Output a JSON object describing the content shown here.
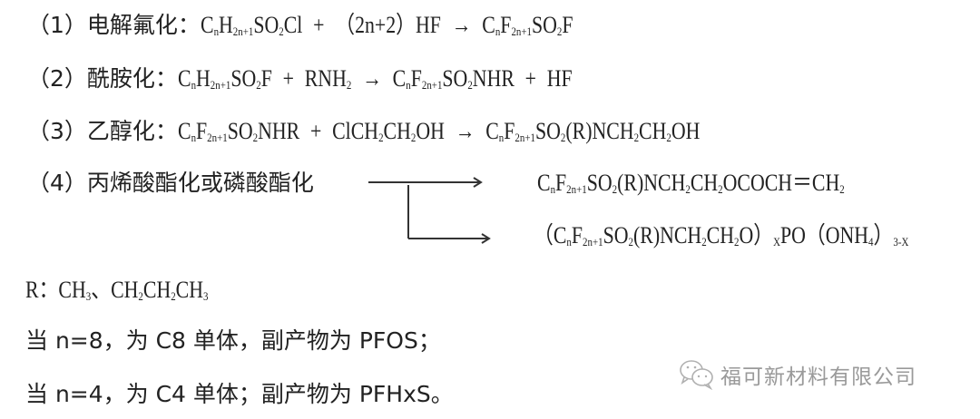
{
  "reactions": [
    {
      "number": "（1）",
      "name": "电解氟化：",
      "equation": {
        "reactant1": {
          "a": "C",
          "a_sub": "n",
          "b": "H",
          "b_sub": "2n+1",
          "c": "SO",
          "c_sub": "2",
          "d": "Cl"
        },
        "plus": "+",
        "reactant2": "（2n+2）HF",
        "arrow": "→",
        "product": {
          "a": "C",
          "a_sub": "n",
          "b": "F",
          "b_sub": "2n+1",
          "c": "SO",
          "c_sub": "2",
          "d": "F"
        }
      }
    },
    {
      "number": "（2）",
      "name": "酰胺化：",
      "equation": {
        "reactant1": {
          "a": "C",
          "a_sub": "n",
          "b": "H",
          "b_sub": "2n+1",
          "c": "SO",
          "c_sub": "2",
          "d": "F"
        },
        "plus": "+",
        "reactant2": {
          "a": "RNH",
          "a_sub": "2"
        },
        "arrow": "→",
        "product": {
          "a": "C",
          "a_sub": "n",
          "b": "F",
          "b_sub": "2n+1",
          "c": "SO",
          "c_sub": "2",
          "d": "NHR"
        },
        "plus2": "+",
        "byproduct": "HF"
      }
    },
    {
      "number": "（3）",
      "name": "乙醇化：",
      "equation": {
        "reactant1": {
          "a": "C",
          "a_sub": "n",
          "b": "F",
          "b_sub": "2n+1",
          "c": "SO",
          "c_sub": "2",
          "d": "NHR"
        },
        "plus": "+",
        "reactant2": {
          "a": "ClCH",
          "a_sub": "2",
          "b": "CH",
          "b_sub": "2",
          "c": "OH"
        },
        "arrow": "→",
        "product": {
          "a": "C",
          "a_sub": "n",
          "b": "F",
          "b_sub": "2n+1",
          "c": "SO",
          "c_sub": "2",
          "d": "(R)NCH",
          "d_sub": "2",
          "e": "CH",
          "e_sub": "2",
          "f": "OH"
        }
      }
    },
    {
      "number": "（4）",
      "name": "丙烯酸酯化或磷酸酯化",
      "products": [
        {
          "a": "C",
          "a_sub": "n",
          "b": "F",
          "b_sub": "2n+1",
          "c": "SO",
          "c_sub": "2",
          "d": "(R)NCH",
          "d_sub": "2",
          "e": "CH",
          "e_sub": "2",
          "f": "OCOCH＝CH",
          "f_sub": "2"
        },
        {
          "open": "（",
          "a": "C",
          "a_sub": "n",
          "b": "F",
          "b_sub": "2n+1",
          "c": "SO",
          "c_sub": "2",
          "d": "(R)NCH",
          "d_sub": "2",
          "e": "CH",
          "e_sub": "2",
          "f": "O）",
          "f_sub": "X",
          "g": "PO（ONH",
          "g_sub": "4",
          "h": "）",
          "h_sub": "3-X"
        }
      ]
    }
  ],
  "r_definition": {
    "label": "R：",
    "a": "CH",
    "a_sub": "3",
    "sep": "、",
    "b": "CH",
    "b_sub": "2",
    "c": "CH",
    "c_sub": "2",
    "d": "CH",
    "d_sub": "3"
  },
  "notes": [
    "当 n=8，为 C8 单体，副产物为 PFOS；",
    "当 n=4，为 C4 单体；副产物为 PFHxS。"
  ],
  "watermark": {
    "icon": "wechat-icon",
    "text": "福可新材料有限公司"
  },
  "colors": {
    "text": "#222222",
    "watermark": "#9a9a9a",
    "arrow": "#333333"
  }
}
